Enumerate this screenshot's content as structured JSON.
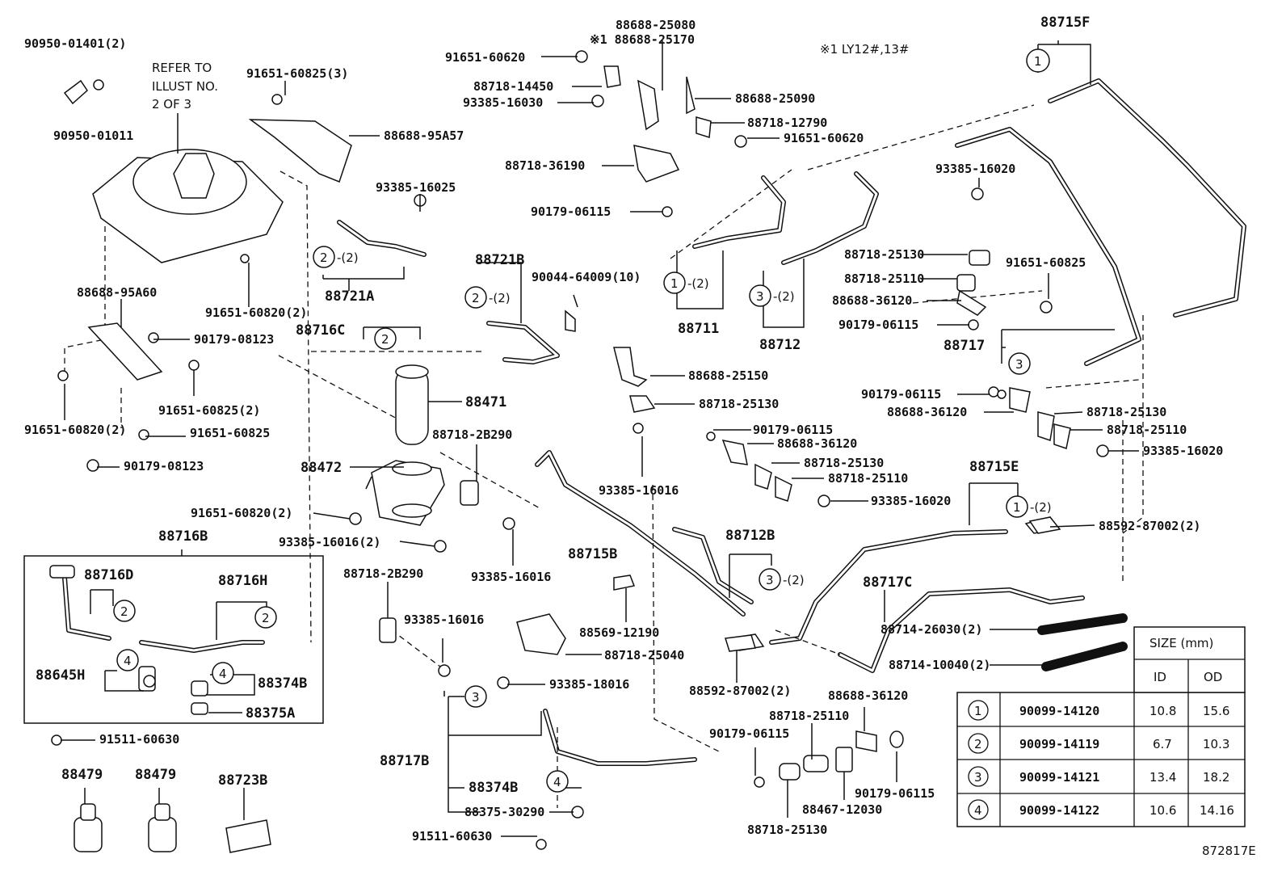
{
  "diagram_code": "872817E",
  "note": "※1 LY12#,13#",
  "refer_note": [
    "REFER TO",
    "ILLUST NO.",
    "2 OF 3"
  ],
  "part_labels": [
    "90950-01401(2)",
    "90950-01011",
    "91651-60825(3)",
    "88688-95A57",
    "93385-16025",
    "91651-60820(2)",
    "88688-95A60",
    "90179-08123",
    "91651-60825(2)",
    "91651-60820(2)",
    "91651-60825",
    "90179-08123",
    "88688-25080",
    "※1 88688-25170",
    "91651-60620",
    "88718-14450",
    "93385-16030",
    "88688-25090",
    "88718-12790",
    "91651-60620",
    "88718-36190",
    "90179-06115",
    "90044-64009(10)",
    "88688-25150",
    "88718-25130",
    "93385-16016",
    "90179-06115",
    "88688-36120",
    "88718-25130",
    "88718-25110",
    "93385-16020",
    "88718-2B290",
    "91651-60820(2)",
    "93385-16016(2)",
    "93385-16016",
    "88718-2B290",
    "93385-16016",
    "88569-12190",
    "88718-25040",
    "93385-18016",
    "88375-30290",
    "91511-60630",
    "91511-60630",
    "93385-16020",
    "88718-25130",
    "91651-60825",
    "88718-25110",
    "88688-36120",
    "90179-06115",
    "90179-06115",
    "88688-36120",
    "88718-25130",
    "88718-25110",
    "93385-16020",
    "88592-87002(2)",
    "88714-26030(2)",
    "88714-10040(2)",
    "88592-87002(2)",
    "88688-36120",
    "88718-25110",
    "90179-06115",
    "88467-12030",
    "90179-06115",
    "88718-25130"
  ],
  "assembly_labels": [
    "88715F",
    "88721A",
    "88721B",
    "88716C",
    "88471",
    "88472",
    "88711",
    "88712",
    "88717",
    "88716B",
    "88716D",
    "88716H",
    "88645H",
    "88374B",
    "88375A",
    "88715B",
    "88712B",
    "88715E",
    "88717C",
    "88717B",
    "88374B",
    "88479",
    "88479",
    "88723B"
  ],
  "gasket_callouts": [
    "1",
    "-(2)",
    "2",
    "-(2)",
    "3",
    "-(2)",
    "4"
  ],
  "size_table": {
    "header": "SIZE (mm)",
    "columns": [
      "ID",
      "OD"
    ],
    "rows": [
      {
        "ref": "1",
        "part": "90099-14120",
        "id": "10.8",
        "od": "15.6"
      },
      {
        "ref": "2",
        "part": "90099-14119",
        "id": "6.7",
        "od": "10.3"
      },
      {
        "ref": "3",
        "part": "90099-14121",
        "id": "13.4",
        "od": "18.2"
      },
      {
        "ref": "4",
        "part": "90099-14122",
        "id": "10.6",
        "od": "14.16"
      }
    ]
  }
}
